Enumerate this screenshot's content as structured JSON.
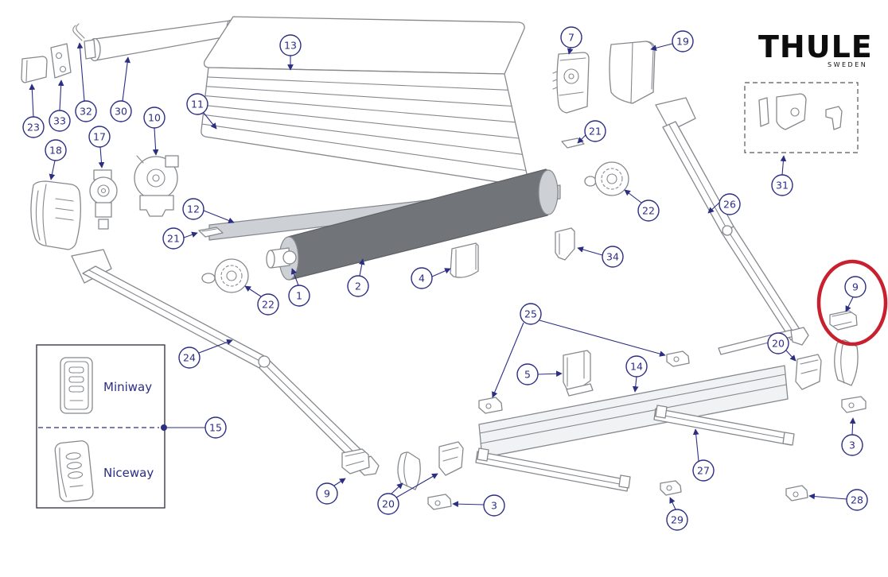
{
  "brand": {
    "name": "THULE",
    "subtitle": "SWEDEN"
  },
  "legend": {
    "miniway_label": "Miniway",
    "niceway_label": "Niceway"
  },
  "callouts": {
    "c1": "1",
    "c2": "2",
    "c3R": "3",
    "c3B": "3",
    "c4": "4",
    "c5": "5",
    "c7": "7",
    "c9R": "9",
    "c9B": "9",
    "c10": "10",
    "c11": "11",
    "c12": "12",
    "c13": "13",
    "c14": "14",
    "c15": "15",
    "c17": "17",
    "c18": "18",
    "c19": "19",
    "c20R": "20",
    "c20B": "20",
    "c21L": "21",
    "c21R": "21",
    "c22L": "22",
    "c22R": "22",
    "c23": "23",
    "c24": "24",
    "c25": "25",
    "c26": "26",
    "c27": "27",
    "c28": "28",
    "c29": "29",
    "c30": "30",
    "c31": "31",
    "c32": "32",
    "c33": "33",
    "c34": "34"
  },
  "colors": {
    "callout": "#2b2e83",
    "highlight": "#c8202f",
    "line_art": "#85898e"
  }
}
